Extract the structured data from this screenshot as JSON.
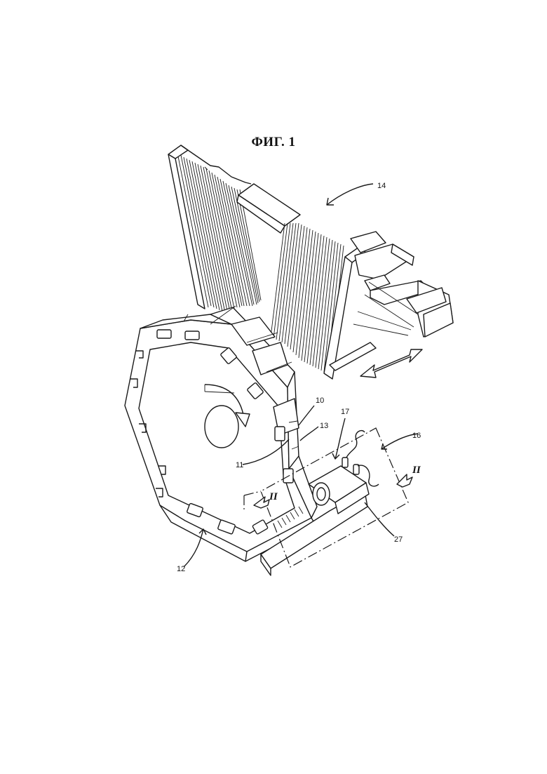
{
  "figure": {
    "title": "ФИГ. 1"
  },
  "reference_numerals": {
    "stack": "14",
    "wheel": "12",
    "segment": "10",
    "face": "11",
    "joint": "13",
    "station": "16",
    "head": "17",
    "unit": "27"
  },
  "section_markers": {
    "left": "II",
    "right": "II"
  }
}
